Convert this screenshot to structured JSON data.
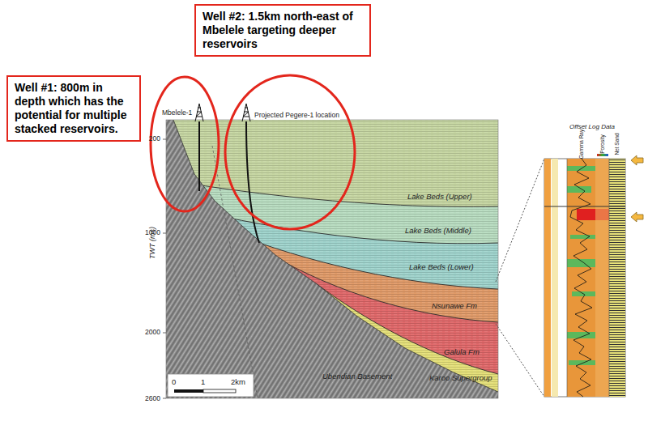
{
  "diagram": {
    "nodes": [
      {
        "text": [
          "Well #1: 800m in depth which has the potential for multiple stacked reservoirs."
        ]
      },
      {
        "text": [
          "Well #2: 1.5km north-east of Mbelele targeting deeper reservoirs"
        ]
      }
    ],
    "labels": [
      "Mbelele-1",
      "Projected Pegere-1 location",
      "200",
      "1000",
      "2000",
      "2600",
      "TWT (ms)",
      "Lake Beds (Upper)",
      "Lake Beds (Middle)",
      "Lake Beds (Lower)",
      "Nsunawe Fm",
      "Galula Fm",
      "Karoo Supergroup",
      "Ubendian Basement",
      "0",
      "1",
      "2km",
      "Offset Log Data",
      "Gamma Ray",
      "Porosity",
      "Net Sand"
    ]
  }
}
